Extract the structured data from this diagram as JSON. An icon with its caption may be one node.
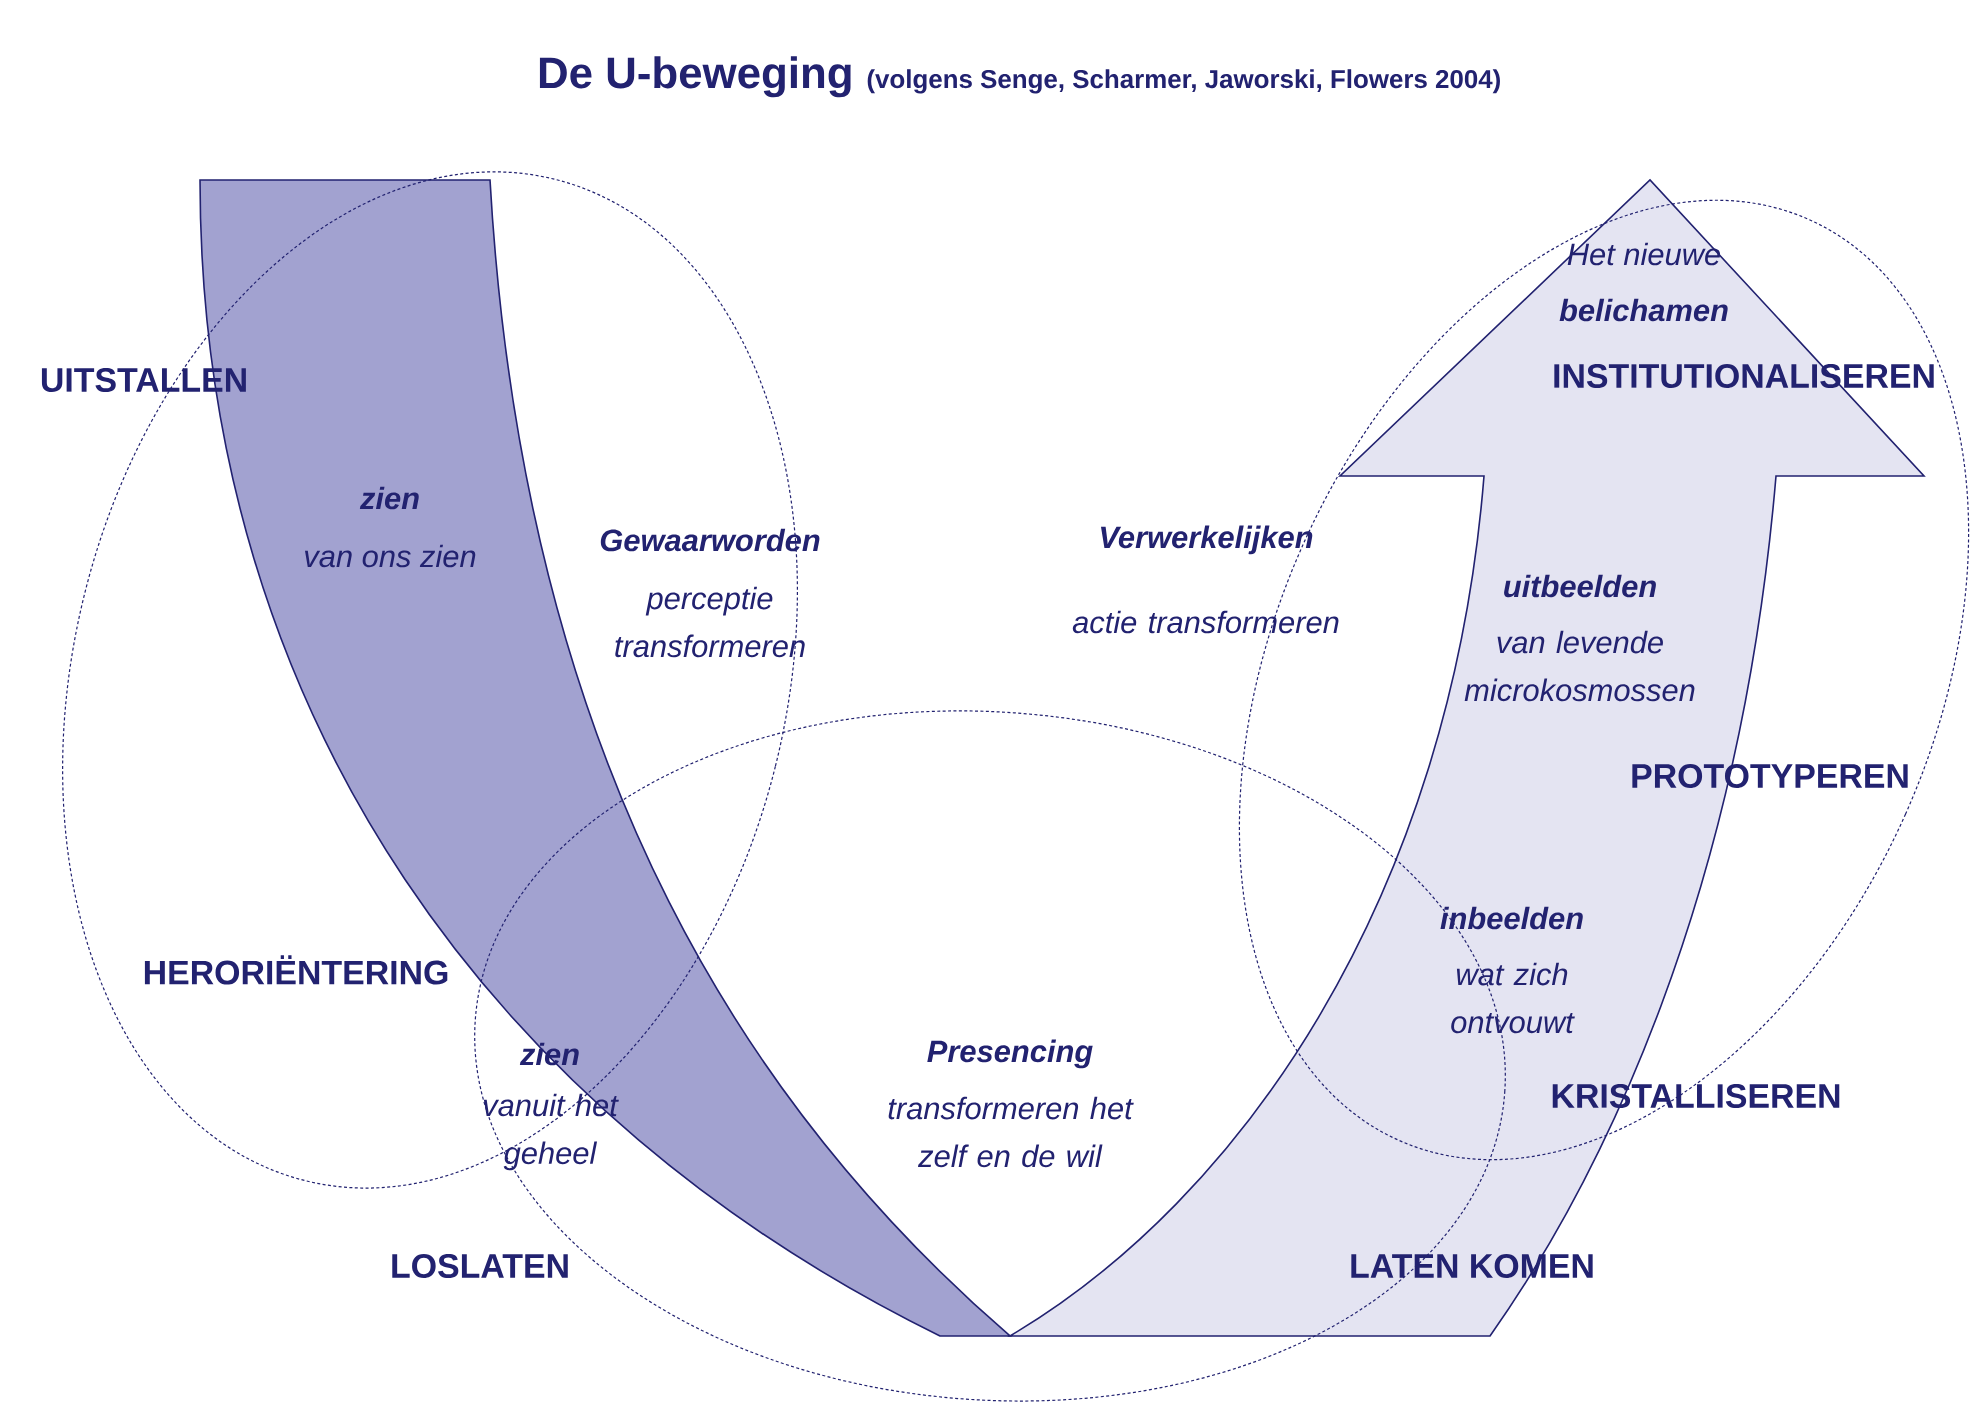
{
  "diagram": {
    "title": "De U-beweging",
    "labels": [
      "(volgens Senge, Scharmer, Jaworski, Flowers 2004)",
      "Het nieuwe",
      "belichamen",
      "UITSTALLEN",
      "INSTITUTIONALISEREN",
      "zien",
      "van ons zien",
      "Gewaarworden",
      "perceptie transformeren",
      "Verwerkelijken",
      "actie transformeren",
      "uitbeelden",
      "van levende microkosmossen",
      "PROTOTYPEREN",
      "inbeelden",
      "wat zich ontvouwt",
      "HERORIËNTERING",
      "zien",
      "Presencing",
      "KRISTALLISEREN",
      "vanuit het geheel",
      "transformeren het zelf en de wil",
      "LOSLATEN",
      "LATEN KOMEN"
    ]
  }
}
